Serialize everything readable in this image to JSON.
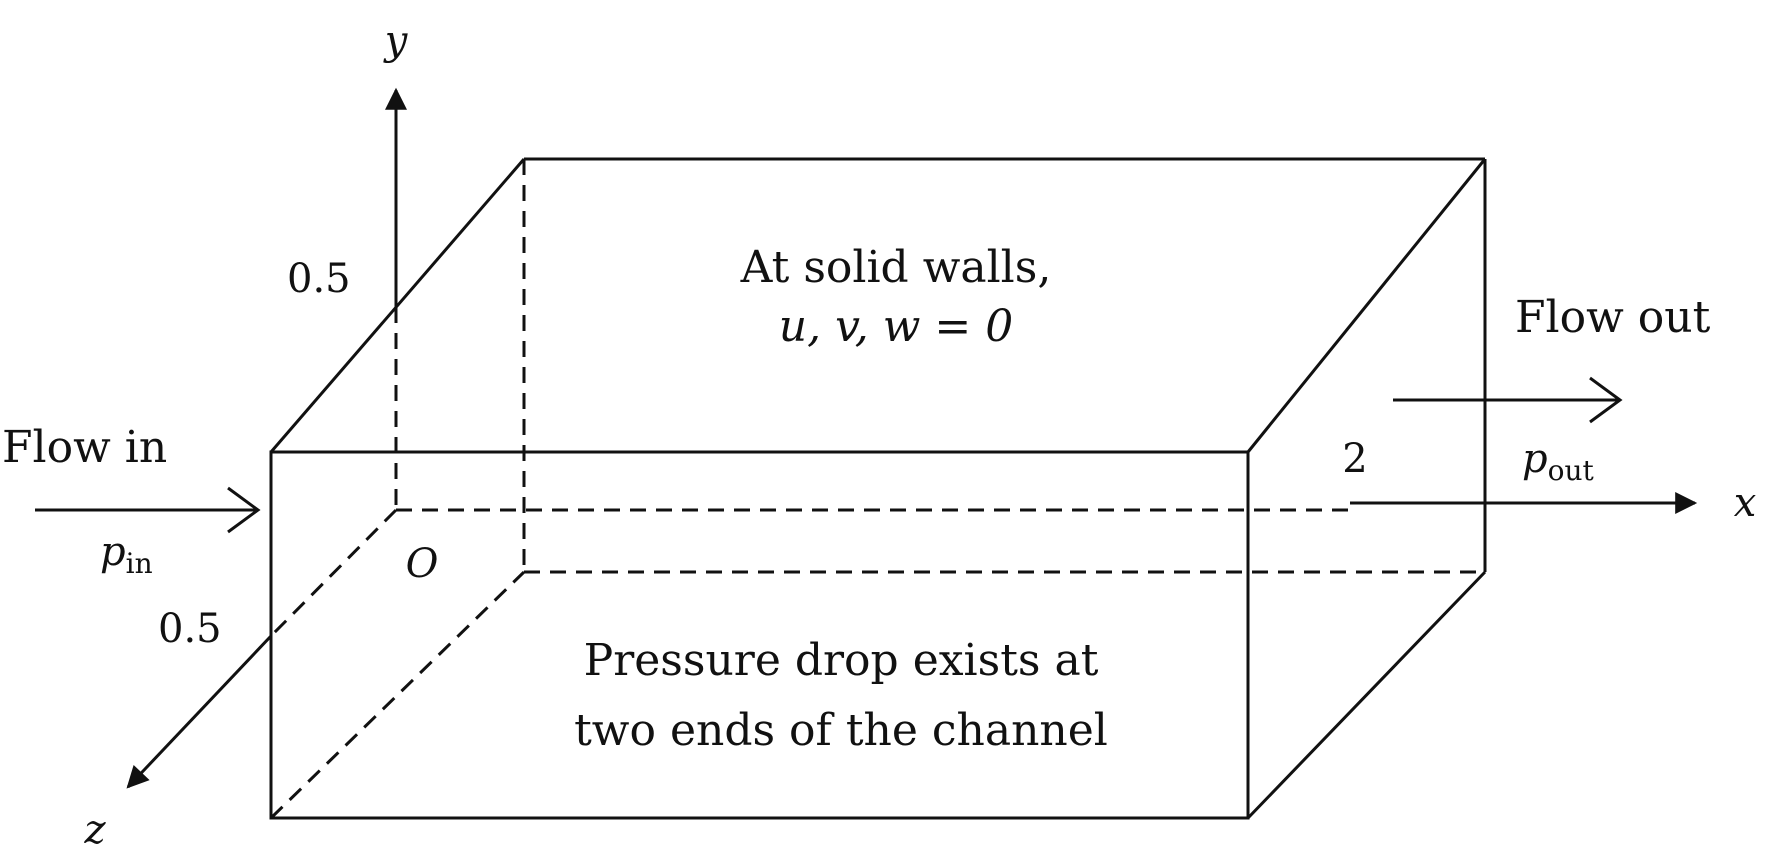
{
  "axes": {
    "x": "x",
    "y": "y",
    "z": "z",
    "origin": "O"
  },
  "dimensions": {
    "height": "0.5",
    "depth": "0.5",
    "length": "2"
  },
  "wall_condition": {
    "line1": "At solid walls,",
    "line2": "u, v, w = 0"
  },
  "pressure_note": {
    "line1": "Pressure drop exists at",
    "line2": "two ends of the channel"
  },
  "inflow": {
    "label": "Flow in",
    "pressure_symbol": "p",
    "pressure_subscript": "in"
  },
  "outflow": {
    "label": "Flow out",
    "pressure_symbol": "p",
    "pressure_subscript": "out"
  },
  "colors": {
    "line": "#111111",
    "background": "#ffffff"
  }
}
